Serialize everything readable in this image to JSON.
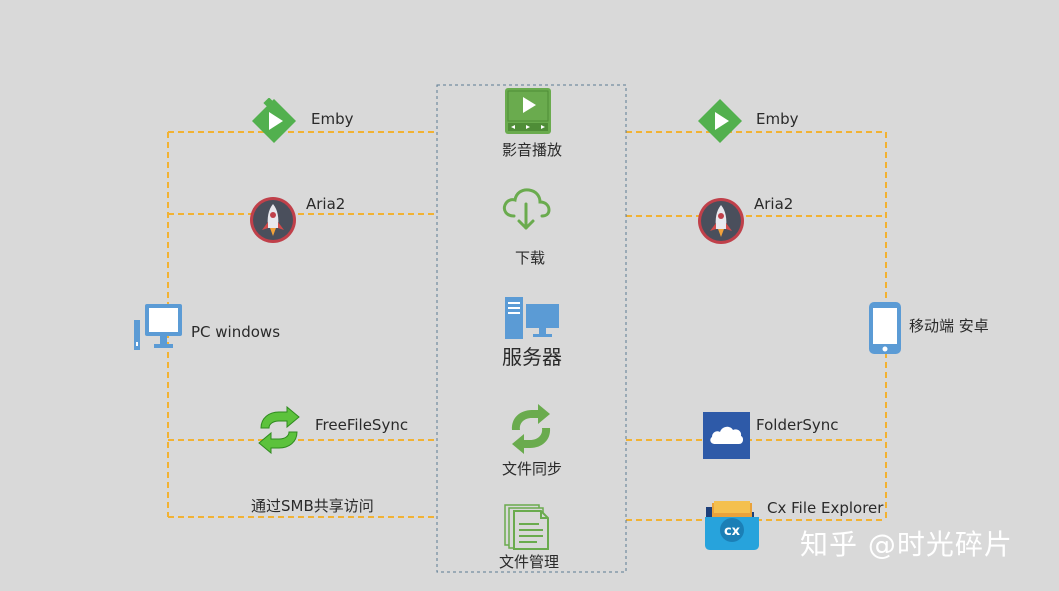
{
  "center": {
    "media_label": "影音播放",
    "download_label": "下载",
    "server_label": "服务器",
    "sync_label": "文件同步",
    "files_label": "文件管理"
  },
  "left": {
    "device_label": "PC windows",
    "emby_label": "Emby",
    "aria2_label": "Aria2",
    "sync_app_label": "FreeFileSync",
    "smb_label": "通过SMB共享访问"
  },
  "right": {
    "device_label": "移动端 安卓",
    "emby_label": "Emby",
    "aria2_label": "Aria2",
    "sync_app_label": "FolderSync",
    "explorer_label": "Cx File Explorer"
  },
  "watermark": "知乎 @时光碎片",
  "icons": {
    "emby": "emby-icon",
    "aria2": "rocket-icon",
    "pc": "desktop-monitor-icon",
    "phone": "smartphone-icon",
    "freefilesync": "green-sync-arrows-icon",
    "foldersync": "cloud-icon",
    "cx": "cx-folder-icon",
    "media": "video-player-icon",
    "download": "cloud-download-icon",
    "server": "server-pc-icon",
    "sync": "sync-arrows-icon",
    "files": "document-stack-icon"
  },
  "colors": {
    "background": "#d9d9d9",
    "connector": "#f2b233",
    "box_border": "#5b7b93",
    "green": "#4fb04f",
    "blue": "#5b9bd5"
  }
}
